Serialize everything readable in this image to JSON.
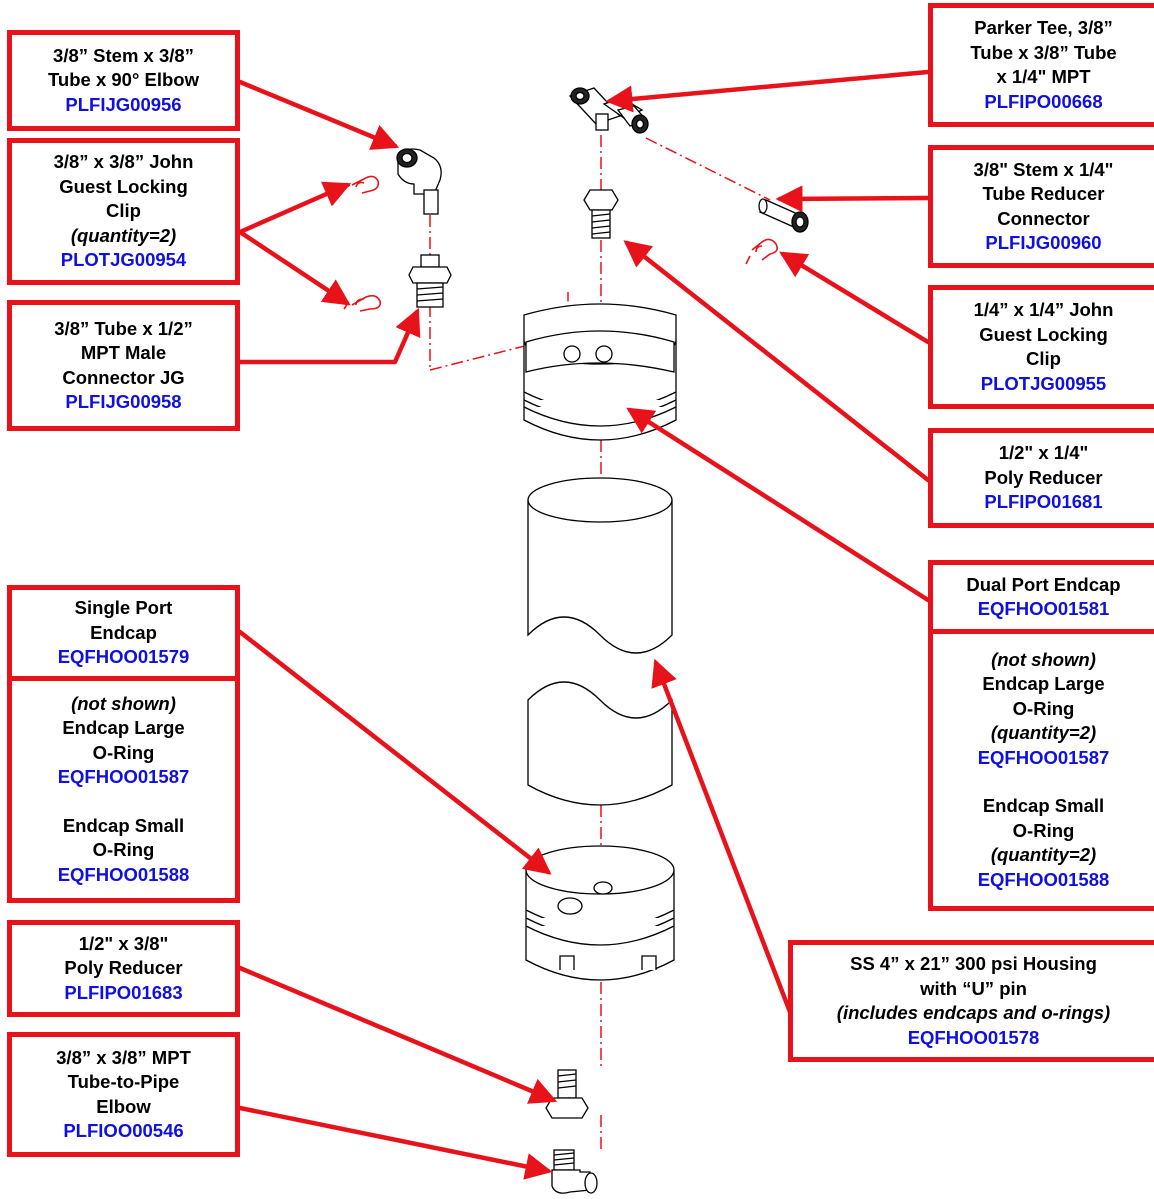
{
  "colors": {
    "callout_border": "#e8121b",
    "part_number": "#1010e0",
    "leader": "#e8121b",
    "drawing_line": "#000000",
    "clip": "#e8121b"
  },
  "callouts": {
    "elbow_90": {
      "lines": [
        "3/8” Stem x 3/8”",
        "Tube x 90° Elbow"
      ],
      "pn": "PLFIJG00956"
    },
    "jg_clip_38": {
      "lines": [
        "3/8” x 3/8” John",
        "Guest Locking",
        "Clip"
      ],
      "note": "(quantity=2)",
      "pn": "PLOTJG00954"
    },
    "male_connector": {
      "lines": [
        "3/8” Tube x 1/2”",
        "MPT Male",
        "Connector JG"
      ],
      "pn": "PLFIJG00958"
    },
    "parker_tee": {
      "lines": [
        "Parker Tee, 3/8”",
        "Tube x 3/8” Tube",
        "x 1/4\" MPT"
      ],
      "pn": "PLFIPO00668"
    },
    "reducer_connector": {
      "lines": [
        "3/8\" Stem x 1/4\"",
        "Tube Reducer",
        "Connector"
      ],
      "pn": "PLFIJG00960"
    },
    "jg_clip_14": {
      "lines": [
        "1/4” x 1/4” John",
        "Guest Locking",
        "Clip"
      ],
      "pn": "PLOTJG00955"
    },
    "poly_reducer_14": {
      "lines": [
        "1/2\" x 1/4\"",
        "Poly Reducer"
      ],
      "pn": "PLFIPO01681"
    },
    "dual_port_endcap": {
      "lines": [
        "Dual Port Endcap"
      ],
      "pn": "EQFHOO01581"
    },
    "dual_orings": {
      "note": "(not shown)",
      "large_lines": [
        "Endcap Large",
        "O-Ring"
      ],
      "large_qty": "(quantity=2)",
      "large_pn": "EQFHOO01587",
      "small_lines": [
        "Endcap Small",
        "O-Ring"
      ],
      "small_qty": "(quantity=2)",
      "small_pn": "EQFHOO01588"
    },
    "single_port_endcap": {
      "lines": [
        "Single Port",
        "Endcap"
      ],
      "pn": "EQFHOO01579"
    },
    "single_orings": {
      "note": "(not shown)",
      "large_lines": [
        "Endcap Large",
        "O-Ring"
      ],
      "large_pn": "EQFHOO01587",
      "small_lines": [
        "Endcap Small",
        "O-Ring"
      ],
      "small_pn": "EQFHOO01588"
    },
    "poly_reducer_38": {
      "lines": [
        "1/2\" x 3/8\"",
        "Poly Reducer"
      ],
      "pn": "PLFIPO01683"
    },
    "pipe_elbow": {
      "lines": [
        "3/8” x 3/8” MPT",
        "Tube-to-Pipe",
        "Elbow"
      ],
      "pn": "PLFIOO00546"
    },
    "housing": {
      "lines": [
        "SS 4” x 21” 300 psi Housing",
        "with “U” pin"
      ],
      "note": "(includes endcaps and o-rings)",
      "pn": "EQFHOO01578"
    }
  }
}
